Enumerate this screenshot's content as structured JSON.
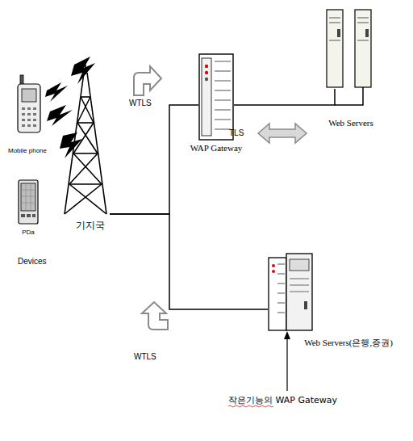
{
  "diagram": {
    "nodes": [
      {
        "text": [
          "Mobile phone"
        ]
      },
      {
        "text": [
          "PDa"
        ]
      },
      {
        "text": [
          "기지국"
        ]
      },
      {
        "text": [
          "WAP Gateway"
        ]
      },
      {
        "text": [
          "Web Servers"
        ]
      },
      {
        "text": [
          "Web Servers(은행,증권)"
        ]
      }
    ],
    "edges": [
      {
        "from": 2,
        "to": 3,
        "arrow": "none"
      },
      {
        "from": 2,
        "to": 5,
        "arrow": "none"
      },
      {
        "from": 3,
        "to": 4,
        "arrow": "none"
      }
    ],
    "labels": [
      "WTLS",
      "TLS",
      "Devices",
      "WTLS",
      "작은기능의 WAP Gateway"
    ]
  }
}
